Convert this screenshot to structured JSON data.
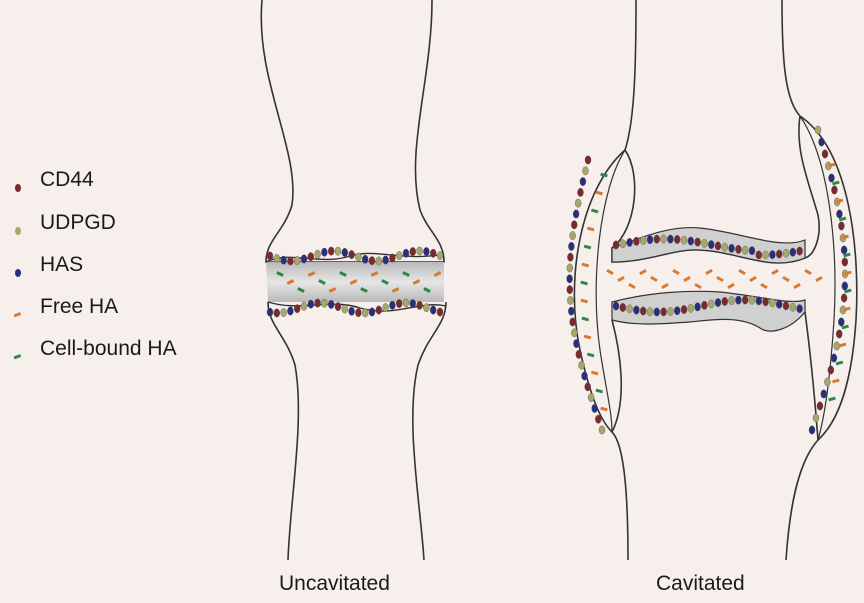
{
  "legend": [
    {
      "label": "CD44",
      "color": "#7a2a2e",
      "marker": "dot"
    },
    {
      "label": "UDPGD",
      "color": "#a6a86a",
      "marker": "dot"
    },
    {
      "label": "HAS",
      "color": "#2b2f7a",
      "marker": "dot"
    },
    {
      "label": "Free HA",
      "color": "#d9782f",
      "marker": "dash"
    },
    {
      "label": "Cell-bound HA",
      "color": "#2a8a45",
      "marker": "dash"
    }
  ],
  "captions": {
    "uncavitated": "Uncavitated",
    "cavitated": "Cavitated"
  },
  "colors": {
    "background": "#f7efec",
    "tissue": "#c8c8c8",
    "outline": "#333333"
  }
}
